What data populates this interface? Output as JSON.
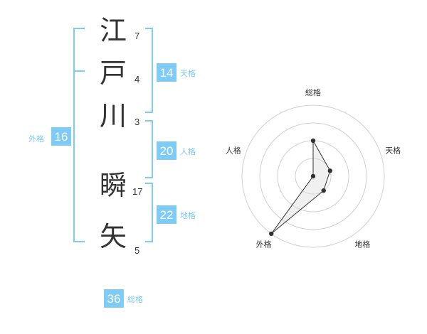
{
  "colors": {
    "accent": "#7ecbf6",
    "text": "#333333",
    "ring": "#d0d0d0",
    "radar_fill": "#dddddd",
    "radar_line": "#333333"
  },
  "name": {
    "characters": [
      {
        "char": "江",
        "strokes": "7"
      },
      {
        "char": "戸",
        "strokes": "4"
      },
      {
        "char": "川",
        "strokes": "3"
      },
      {
        "char": "瞬",
        "strokes": "17"
      },
      {
        "char": "矢",
        "strokes": "5"
      }
    ]
  },
  "kakusu": {
    "tenkaku": {
      "value": "14",
      "label": "天格"
    },
    "jinkaku": {
      "value": "20",
      "label": "人格"
    },
    "chikaku": {
      "value": "22",
      "label": "地格"
    },
    "gaikaku": {
      "value": "16",
      "label": "外格"
    },
    "soukaku": {
      "value": "36",
      "label": "総格"
    }
  },
  "chart_data": {
    "type": "radar",
    "axes": [
      "総格",
      "天格",
      "地格",
      "外格",
      "人格"
    ],
    "values": [
      2,
      1,
      1,
      4,
      0
    ],
    "rmax": 4,
    "rings": 4,
    "grid": true
  }
}
